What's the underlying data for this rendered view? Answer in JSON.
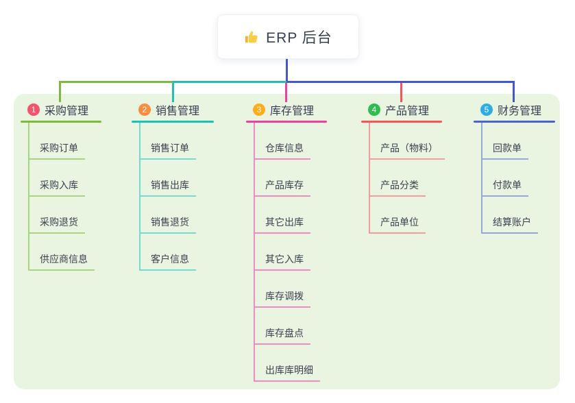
{
  "root": {
    "label": "ERP 后台",
    "icon": "thumbs-up"
  },
  "colors": {
    "canvas_bg": "#ffffff",
    "panel_bg": "#e9f5e0",
    "connector_blue": "#4257c8",
    "node_text": "#353e52",
    "child_text": "#3a4150",
    "thumb_yellow": "#f8ce46",
    "thumb_cuff": "#e8b43c"
  },
  "branches": [
    {
      "badge": "1",
      "label": "采购管理",
      "colors": {
        "badge": "#f4536e",
        "line": "#7cba3f",
        "child_line": "#a9d47f"
      },
      "children": [
        "采购订单",
        "采购入库",
        "采购退货",
        "供应商信息"
      ]
    },
    {
      "badge": "2",
      "label": "销售管理",
      "colors": {
        "badge": "#f98e3f",
        "line": "#21bfb4",
        "child_line": "#74dad2"
      },
      "children": [
        "销售订单",
        "销售出库",
        "销售退货",
        "客户信息"
      ]
    },
    {
      "badge": "3",
      "label": "库存管理",
      "colors": {
        "badge": "#ffac19",
        "line": "#e8429c",
        "child_line": "#f389c5"
      },
      "children": [
        "仓库信息",
        "产品库存",
        "其它出库",
        "其它入库",
        "库存调拨",
        "库存盘点",
        "出库库明细"
      ]
    },
    {
      "badge": "4",
      "label": "产品管理",
      "colors": {
        "badge": "#2ebd4e",
        "line": "#f4555a",
        "child_line": "#f89b9e"
      },
      "children": [
        "产品（物料）",
        "产品分类",
        "产品单位"
      ]
    },
    {
      "badge": "5",
      "label": "财务管理",
      "colors": {
        "badge": "#2caee4",
        "line": "#4a62c9",
        "child_line": "#93a8e0"
      },
      "children": [
        "回款单",
        "付款单",
        "结算账户"
      ]
    }
  ]
}
